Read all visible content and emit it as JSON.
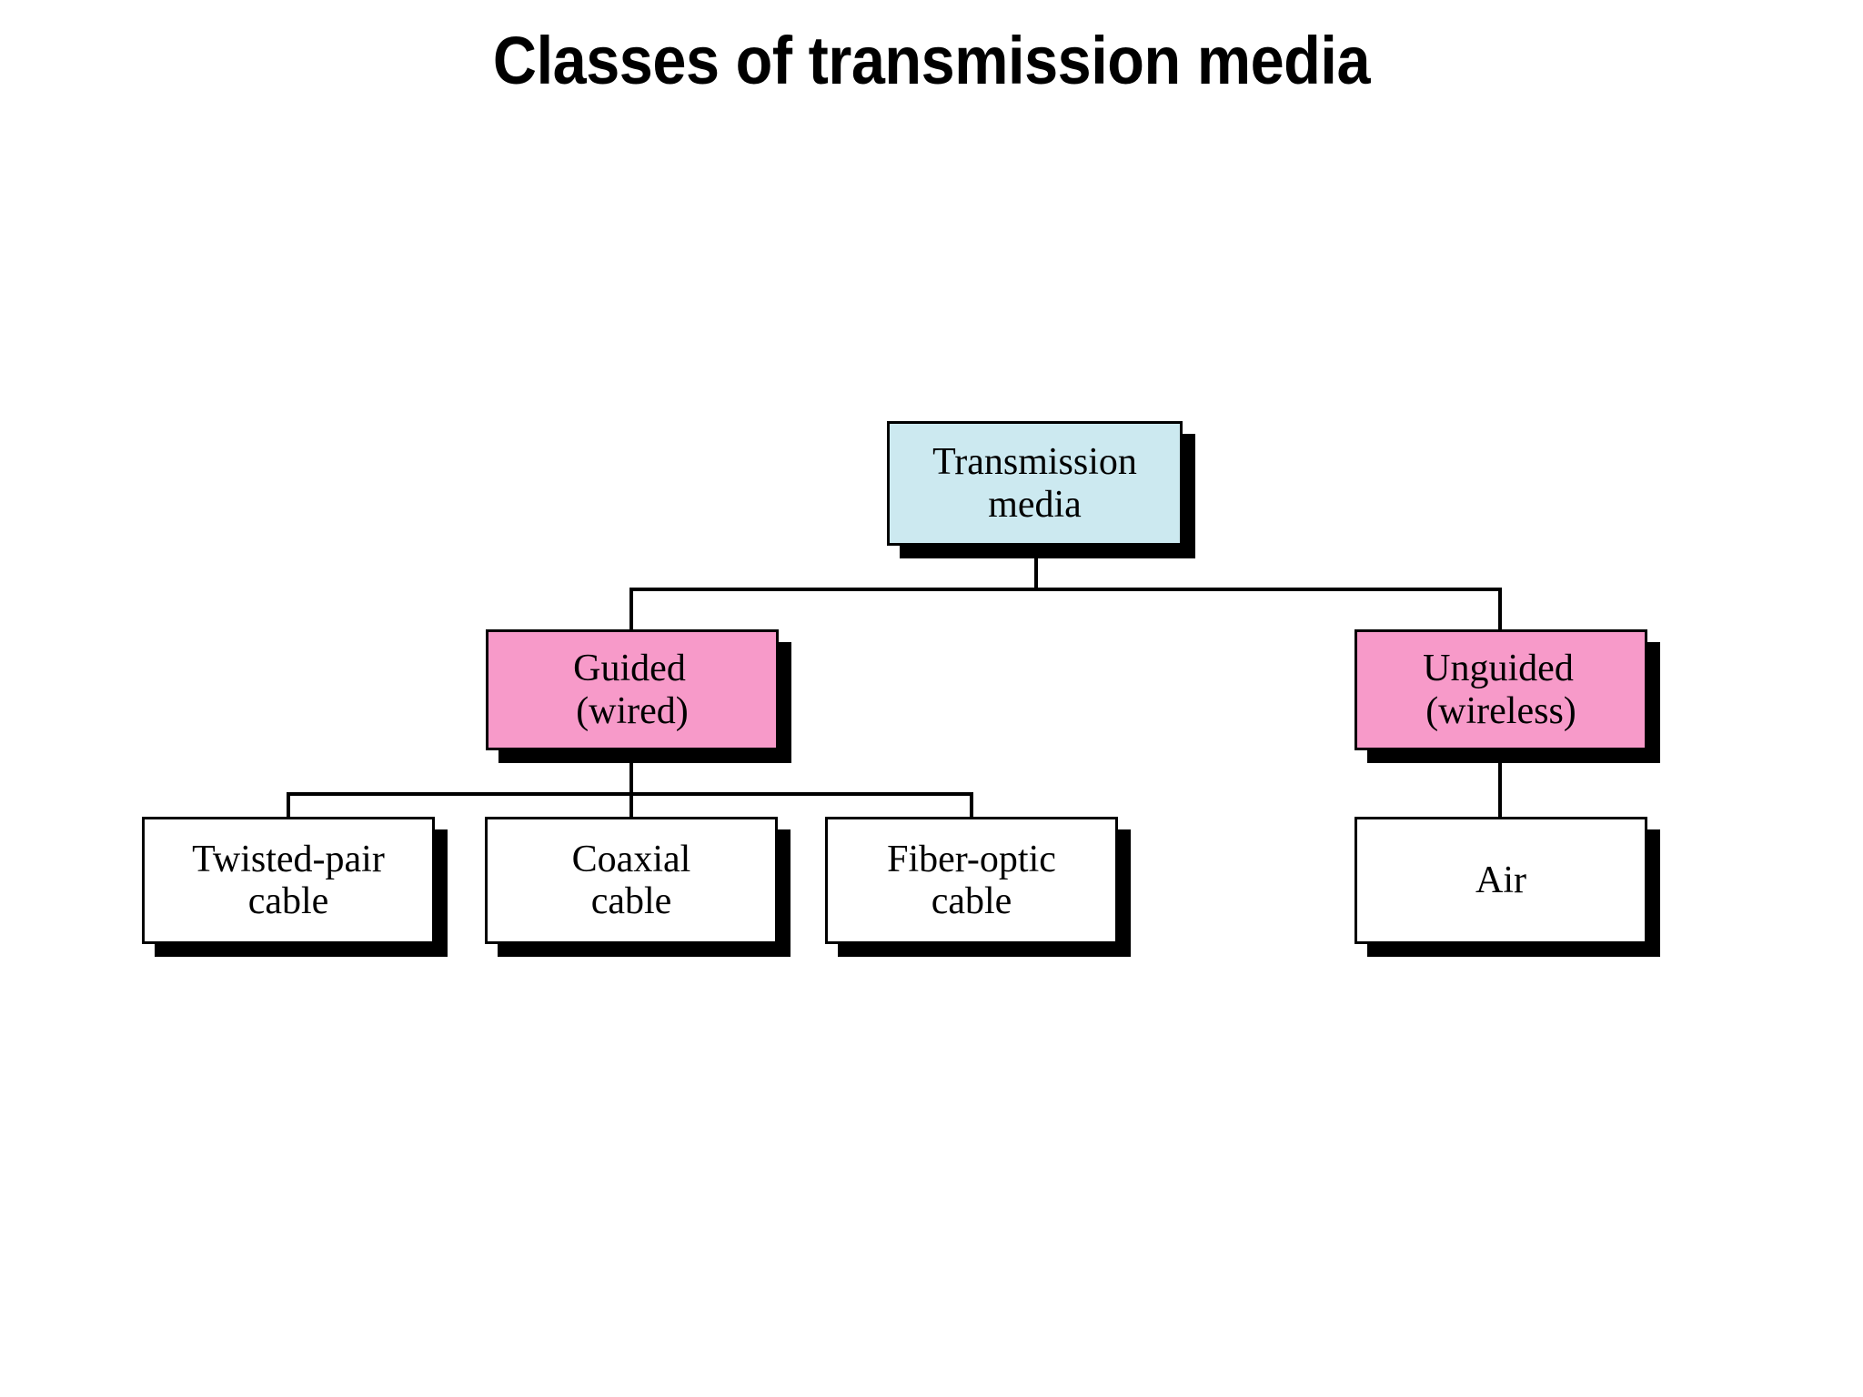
{
  "slide": {
    "title": "Classes of transmission media",
    "background_color": "#ffffff"
  },
  "palette": {
    "root_fill": "#cce9f0",
    "branch_fill": "#f79ac9",
    "leaf_fill": "#ffffff",
    "border": "#000000",
    "shadow": "#000000",
    "text": "#000000"
  },
  "diagram": {
    "type": "hierarchy-tree",
    "orientation": "top-down",
    "levels": 3,
    "nodes": {
      "root": {
        "label": "Transmission\nmedia",
        "fill": "#cce9f0"
      },
      "guided": {
        "label": "Guided\n(wired)",
        "fill": "#f79ac9"
      },
      "unguided": {
        "label": "Unguided\n(wireless)",
        "fill": "#f79ac9"
      },
      "twisted_pair": {
        "label": "Twisted-pair\ncable",
        "fill": "#ffffff"
      },
      "coaxial": {
        "label": "Coaxial\ncable",
        "fill": "#ffffff"
      },
      "fiber_optic": {
        "label": "Fiber-optic\ncable",
        "fill": "#ffffff"
      },
      "air": {
        "label": "Air",
        "fill": "#ffffff"
      }
    },
    "edges": [
      {
        "from": "root",
        "to": "guided"
      },
      {
        "from": "root",
        "to": "unguided"
      },
      {
        "from": "guided",
        "to": "twisted_pair"
      },
      {
        "from": "guided",
        "to": "coaxial"
      },
      {
        "from": "guided",
        "to": "fiber_optic"
      },
      {
        "from": "unguided",
        "to": "air"
      }
    ]
  }
}
